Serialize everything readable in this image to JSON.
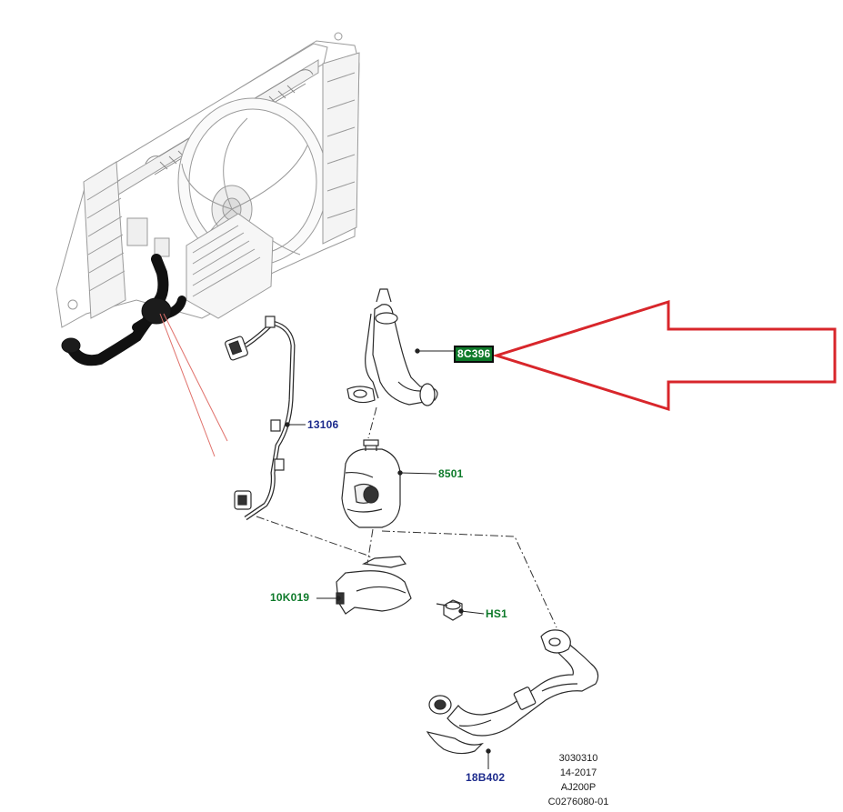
{
  "callouts": [
    {
      "id": "8C396",
      "color": "#0e7a2a",
      "highlighted": true
    },
    {
      "id": "13106",
      "color": "#1c2a8c"
    },
    {
      "id": "8501",
      "color": "#0e7a2a"
    },
    {
      "id": "10K019",
      "color": "#0e7a2a"
    },
    {
      "id": "HS1",
      "color": "#0e7a2a"
    },
    {
      "id": "18B402",
      "color": "#1c2a8c"
    }
  ],
  "reference": {
    "line1": "3030310",
    "line2": "14-2017",
    "line3": "AJ200P",
    "line4": "C0276080-01"
  },
  "colors": {
    "arrow": "#d8262b",
    "leader_line": "#e0706a",
    "part_outline": "#3a3a3a",
    "hose_fill": "#1c1c1c",
    "highlight_box": "#0e7a2a"
  },
  "icons": {
    "pointer": "red-outline-arrow-icon"
  }
}
